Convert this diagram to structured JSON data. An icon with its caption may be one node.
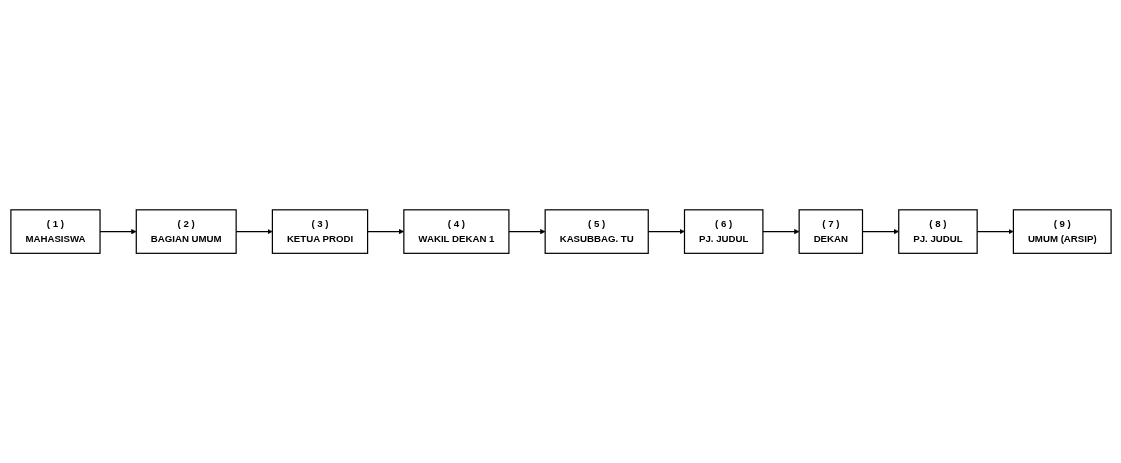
{
  "diagram": {
    "nodes": [
      {
        "text": [
          "( 1 )",
          "MAHASISWA"
        ]
      },
      {
        "text": [
          "( 2 )",
          "BAGIAN UMUM"
        ]
      },
      {
        "text": [
          "( 3 )",
          "KETUA PRODI"
        ]
      },
      {
        "text": [
          "( 4 )",
          "WAKIL DEKAN 1"
        ]
      },
      {
        "text": [
          "( 5 )",
          "KASUBBAG. TU"
        ]
      },
      {
        "text": [
          "( 6 )",
          "PJ. JUDUL"
        ]
      },
      {
        "text": [
          "( 7 )",
          "DEKAN"
        ]
      },
      {
        "text": [
          "( 8 )",
          "PJ. JUDUL"
        ]
      },
      {
        "text": [
          "( 9 )",
          "UMUM (ARSIP)"
        ]
      }
    ],
    "edges": [
      {
        "from": 0,
        "to": 1,
        "arrow": "to"
      },
      {
        "from": 1,
        "to": 2,
        "arrow": "to"
      },
      {
        "from": 2,
        "to": 3,
        "arrow": "to"
      },
      {
        "from": 3,
        "to": 4,
        "arrow": "to"
      },
      {
        "from": 4,
        "to": 5,
        "arrow": "to"
      },
      {
        "from": 5,
        "to": 6,
        "arrow": "to"
      },
      {
        "from": 6,
        "to": 7,
        "arrow": "to"
      },
      {
        "from": 7,
        "to": 8,
        "arrow": "to"
      }
    ]
  }
}
